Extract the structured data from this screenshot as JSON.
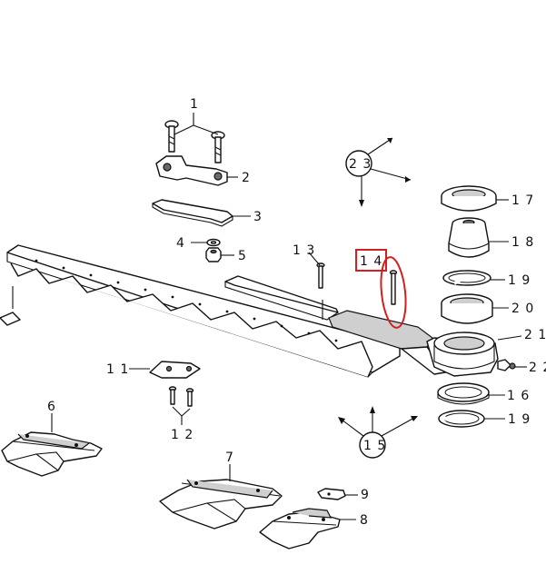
{
  "labels": {
    "l1": "1",
    "l2": "2",
    "l3": "3",
    "l4": "4",
    "l5": "5",
    "l6": "6",
    "l7": "7",
    "l8": "8",
    "l9": "9",
    "l11": "1 1",
    "l12": "1 2",
    "l13": "1 3",
    "l14": "1 4",
    "l15": "1 5",
    "l16": "1 6",
    "l17": "1 7",
    "l18": "1 8",
    "l19a": "1 9",
    "l19b": "1 9",
    "l20": "2 0",
    "l21": "2 1",
    "l22": "2 2",
    "l23": "2 3"
  },
  "highlight": {
    "part": "14",
    "box_color": "#d21f1f",
    "ellipse_color": "#d21f1f"
  }
}
